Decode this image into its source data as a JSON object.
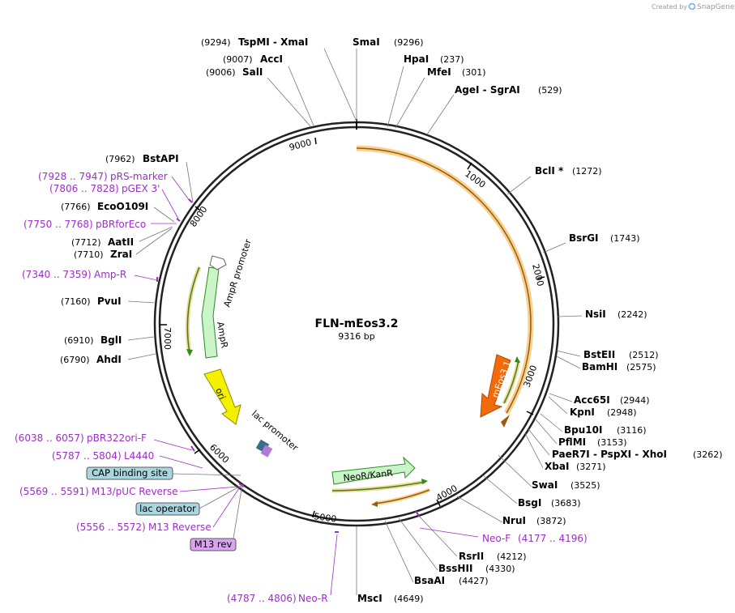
{
  "brand": {
    "created_by": "Created by",
    "name": "SnapGene"
  },
  "plasmid": {
    "name": "FLN-mEos3.2",
    "size_text": "9316 bp",
    "length": 9316
  },
  "ticks": [
    "1000",
    "2000",
    "3000",
    "4000",
    "5000",
    "6000",
    "7000",
    "8000",
    "9000"
  ],
  "enzymes": [
    {
      "name": "TspMI - XmaI",
      "pos": "(9294)"
    },
    {
      "name": "SmaI",
      "pos": "(9296)"
    },
    {
      "name": "AccI",
      "pos": "(9007)"
    },
    {
      "name": "SalI",
      "pos": "(9006)"
    },
    {
      "name": "HpaI",
      "pos": "(237)"
    },
    {
      "name": "MfeI",
      "pos": "(301)"
    },
    {
      "name": "AgeI - SgrAI",
      "pos": "(529)"
    },
    {
      "name": "BclI *",
      "pos": "(1272)"
    },
    {
      "name": "BsrGI",
      "pos": "(1743)"
    },
    {
      "name": "NsiI",
      "pos": "(2242)"
    },
    {
      "name": "BstEII",
      "pos": "(2512)"
    },
    {
      "name": "BamHI",
      "pos": "(2575)"
    },
    {
      "name": "Acc65I",
      "pos": "(2944)"
    },
    {
      "name": "KpnI",
      "pos": "(2948)"
    },
    {
      "name": "Bpu10I",
      "pos": "(3116)"
    },
    {
      "name": "PflMI",
      "pos": "(3153)"
    },
    {
      "name": "PaeR7I - PspXI - XhoI",
      "pos": "(3262)"
    },
    {
      "name": "XbaI",
      "pos": "(3271)"
    },
    {
      "name": "SwaI",
      "pos": "(3525)"
    },
    {
      "name": "BsgI",
      "pos": "(3683)"
    },
    {
      "name": "NruI",
      "pos": "(3872)"
    },
    {
      "name": "RsrII",
      "pos": "(4212)"
    },
    {
      "name": "BssHII",
      "pos": "(4330)"
    },
    {
      "name": "BsaAI",
      "pos": "(4427)"
    },
    {
      "name": "MscI",
      "pos": "(4649)"
    },
    {
      "name": "BstAPI",
      "pos": "(7962)"
    },
    {
      "name": "EcoO109I",
      "pos": "(7766)"
    },
    {
      "name": "AatII",
      "pos": "(7712)"
    },
    {
      "name": "ZraI",
      "pos": "(7710)"
    },
    {
      "name": "PvuI",
      "pos": "(7160)"
    },
    {
      "name": "BglI",
      "pos": "(6910)"
    },
    {
      "name": "AhdI",
      "pos": "(6790)"
    }
  ],
  "primers": [
    {
      "name": "pRS-marker",
      "range": "(7928 .. 7947)"
    },
    {
      "name": "pGEX 3'",
      "range": "(7806 .. 7828)"
    },
    {
      "name": "pBRforEco",
      "range": "(7750 .. 7768)"
    },
    {
      "name": "Amp-R",
      "range": "(7340 .. 7359)"
    },
    {
      "name": "pBR322ori-F",
      "range": "(6038 .. 6057)"
    },
    {
      "name": "L4440",
      "range": "(5787 .. 5804)"
    },
    {
      "name": "M13/pUC Reverse",
      "range": "(5569 .. 5591)"
    },
    {
      "name": "M13 Reverse",
      "range": "(5556 .. 5572)"
    },
    {
      "name": "Neo-F",
      "range": "(4177 .. 4196)"
    },
    {
      "name": "Neo-R",
      "range": "(4787 .. 4806)"
    }
  ],
  "boxed_labels": [
    "CAP binding site",
    "lac operator",
    "M13 rev"
  ],
  "features": {
    "mEos": "mEos3.1",
    "neo": "NeoR/KanR",
    "ori": "ori",
    "ampr": "AmpR",
    "ampr_promoter": "AmpR promoter",
    "lac_promoter": "lac promoter"
  },
  "colors": {
    "enzyme_text": "#000000",
    "primer": "#9b2fc7",
    "mEos_fill": "#f26a0a",
    "orange_band": "#f6c97a",
    "green_arrow": "#2e8b20",
    "ori_fill": "#f5f000",
    "ampr_fill": "#c9f5c9",
    "boxed_blue": "#a9d6df",
    "boxed_purple": "#d9a5f0"
  }
}
